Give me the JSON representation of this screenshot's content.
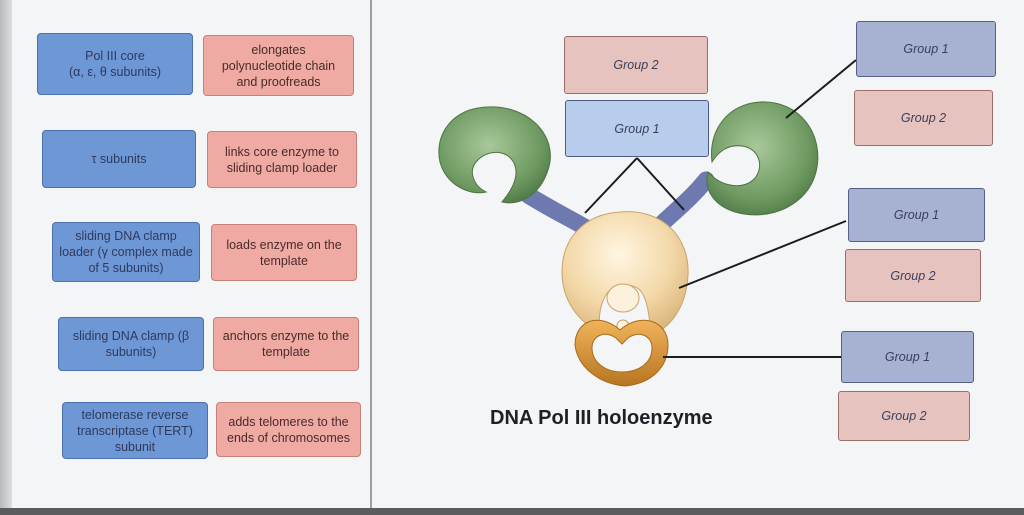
{
  "left_panel": {
    "rows": [
      {
        "component": "Pol III core\n(α, ε, θ subunits)",
        "function": "elongates polynucleotide chain and proofreads"
      },
      {
        "component": "τ subunits",
        "function": "links core enzyme to sliding clamp loader"
      },
      {
        "component": "sliding DNA clamp loader (γ complex made of 5 subunits)",
        "function": "loads enzyme on the template"
      },
      {
        "component": "sliding DNA clamp (β subunits)",
        "function": "anchors enzyme to the template"
      },
      {
        "component": "telomerase reverse transcriptase (TERT) subunit",
        "function": "adds telomeres to the ends of chromosomes"
      }
    ]
  },
  "diagram": {
    "caption": "DNA Pol III holoenzyme",
    "center_boxes": [
      "Group 2",
      "Group 1"
    ],
    "right_boxes": [
      "Group 1",
      "Group 2",
      "Group 1",
      "Group 2",
      "Group 1",
      "Group 2"
    ]
  },
  "colors": {
    "component_card": "#6e97d6",
    "function_card": "#eeaaa3",
    "group1_box": "#a7b2d3",
    "group2_box": "#e6c3be",
    "core_protein": "#7fa872",
    "tau_link": "#6e79b0",
    "clamp_loader": "#f3d8a8",
    "sliding_clamp": "#d49230"
  }
}
